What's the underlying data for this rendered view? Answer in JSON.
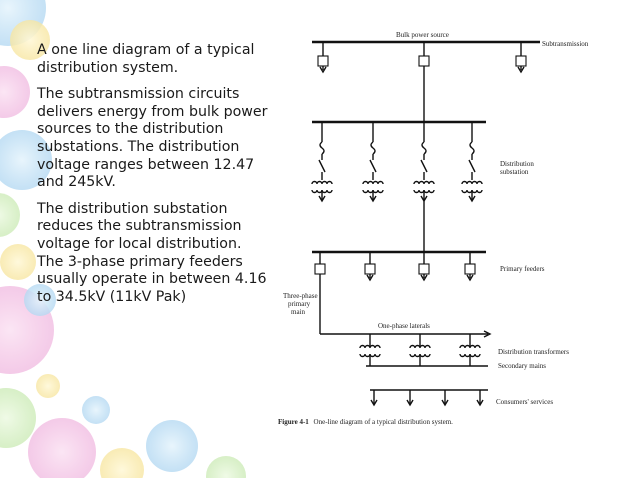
{
  "text_panel": {
    "paragraphs": [
      "A one line diagram of a typical distribution system.",
      "The subtransmission circuits delivers energy from bulk power sources to the distribution substations. The distribution voltage ranges between 12.47 and 245kV.",
      "The distribution substation reduces the subtransmission voltage for local distribution. The 3-phase primary feeders usually operate in between 4.16 to 34.5kV (11kV Pak)"
    ]
  },
  "diagram": {
    "labels": {
      "bulk_power_source": "Bulk power source",
      "subtransmission": "Subtransmission",
      "distribution_substation_1": "Distribution",
      "distribution_substation_2": "substation",
      "primary_feeders": "Primary feeders",
      "three_phase_1": "Three-phase",
      "three_phase_2": "primary",
      "three_phase_3": "main",
      "one_phase_laterals": "One-phase laterals",
      "distribution_transformers": "Distribution transformers",
      "secondary_mains": "Secondary mains",
      "consumers_services": "Consumers' services"
    },
    "caption": {
      "figure_label": "Figure 4-1",
      "text": "One-line diagram of a typical distribution system."
    }
  },
  "colors": {
    "background": "#ffffff",
    "text": "#1a1a1a",
    "diagram_lines": "#111111",
    "bubble_pink": "#f3c6e6",
    "bubble_blue": "#bfe0f5",
    "bubble_yellow": "#fbeeb0",
    "bubble_green": "#d6f0c4"
  }
}
